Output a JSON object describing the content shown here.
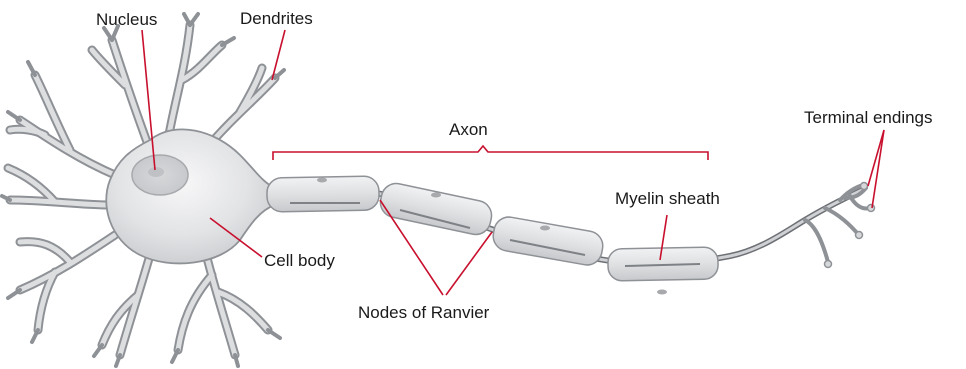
{
  "labels": {
    "nucleus": "Nucleus",
    "dendrites": "Dendrites",
    "axon": "Axon",
    "terminal_endings": "Terminal endings",
    "myelin_sheath": "Myelin sheath",
    "cell_body": "Cell body",
    "nodes_of_ranvier": "Nodes of Ranvier"
  },
  "colors": {
    "leader": "#c8102e",
    "label_text": "#1a1a1a",
    "cell_fill": "#e6e7e8",
    "outline": "#8e9196"
  }
}
